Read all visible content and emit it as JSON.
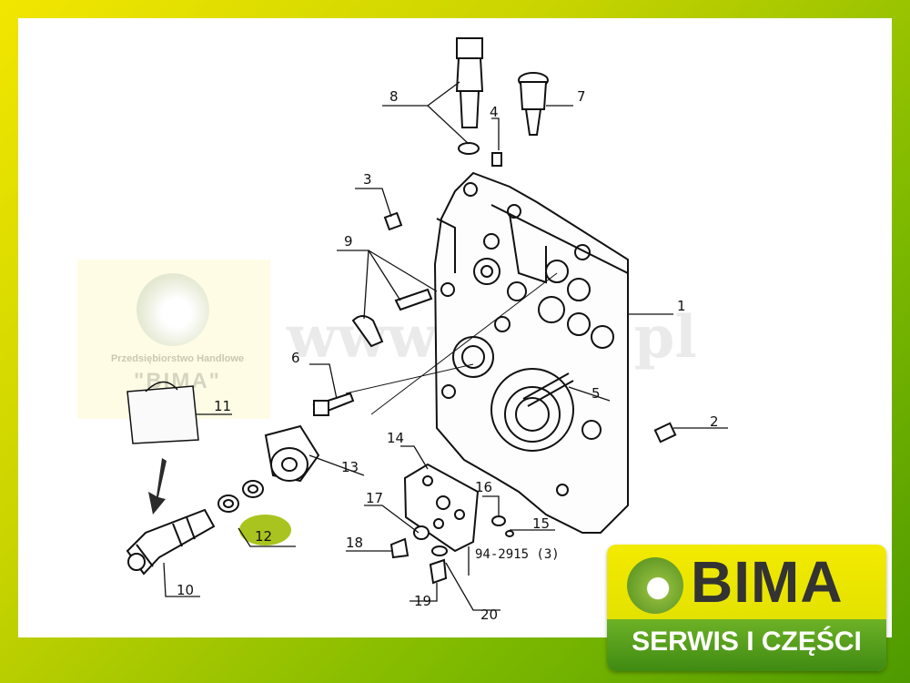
{
  "watermark": {
    "url": "www.bima.pl",
    "company_line": "Przedsiębiorstwo Handlowe",
    "company_name": "\"BIMA\""
  },
  "logo": {
    "name": "BIMA",
    "tagline": "SERWIS I CZĘŚCI"
  },
  "callouts": {
    "c1": "1",
    "c2": "2",
    "c3": "3",
    "c4": "4",
    "c5": "5",
    "c6": "6",
    "c7": "7",
    "c8": "8",
    "c9": "9",
    "c10": "10",
    "c11": "11",
    "c12": "12",
    "c13": "13",
    "c14": "14",
    "c15": "15",
    "c16": "16",
    "c17": "17",
    "c18": "18",
    "c19": "19",
    "c20": "20"
  },
  "reference": "94-2915 (3)",
  "colors": {
    "border_yellow": "#f2e600",
    "border_green": "#4e9a00",
    "logo_yellow": "#f3ea00",
    "logo_green": "#3f8a12",
    "highlight": "#a9c41e"
  }
}
